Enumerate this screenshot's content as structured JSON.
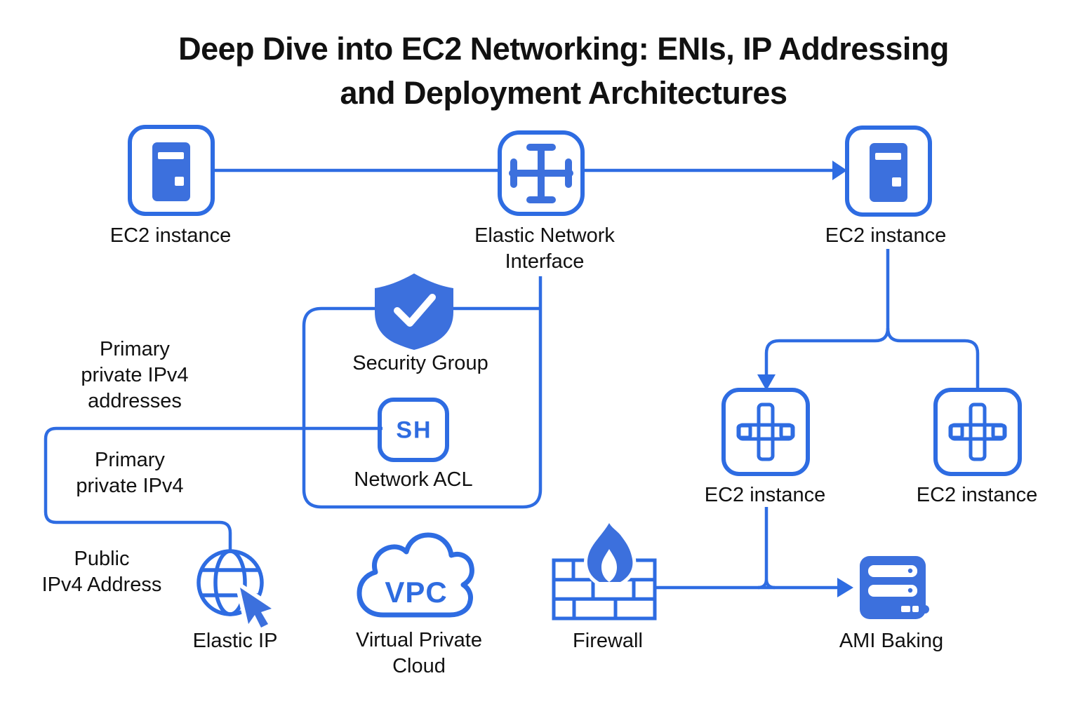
{
  "title": "Deep Dive into EC2 Networking: ENIs, IP Addressing\nand Deployment Architectures",
  "colors": {
    "line_blue": "#2e6ce2",
    "fill_blue": "#3c70dd",
    "text": "#111111",
    "background": "#ffffff"
  },
  "nodes": {
    "ec2_top_left": {
      "label": "EC2 instance"
    },
    "elastic_network_interface": {
      "label": "Elastic Network\nInterface"
    },
    "ec2_top_right": {
      "label": "EC2 instance"
    },
    "security_group": {
      "label": "Security Group"
    },
    "network_acl": {
      "label": "Network ACL",
      "icon_text": "SH"
    },
    "elastic_ip": {
      "label": "Elastic IP"
    },
    "vpc": {
      "label": "Virtual Private\nCloud",
      "icon_text": "VPC"
    },
    "firewall": {
      "label": "Firewall"
    },
    "ami_baking": {
      "label": "AMI Baking"
    },
    "ec2_branch_left": {
      "label": "EC2 instance"
    },
    "ec2_branch_right": {
      "label": "EC2 instance"
    }
  },
  "annotations": {
    "primary_private_ipv4_addresses": "Primary\nprivate IPv4\naddresses",
    "primary_private_ipv4": "Primary\nprivate IPv4",
    "public_ipv4_address": "Public\nIPv4 Address"
  }
}
